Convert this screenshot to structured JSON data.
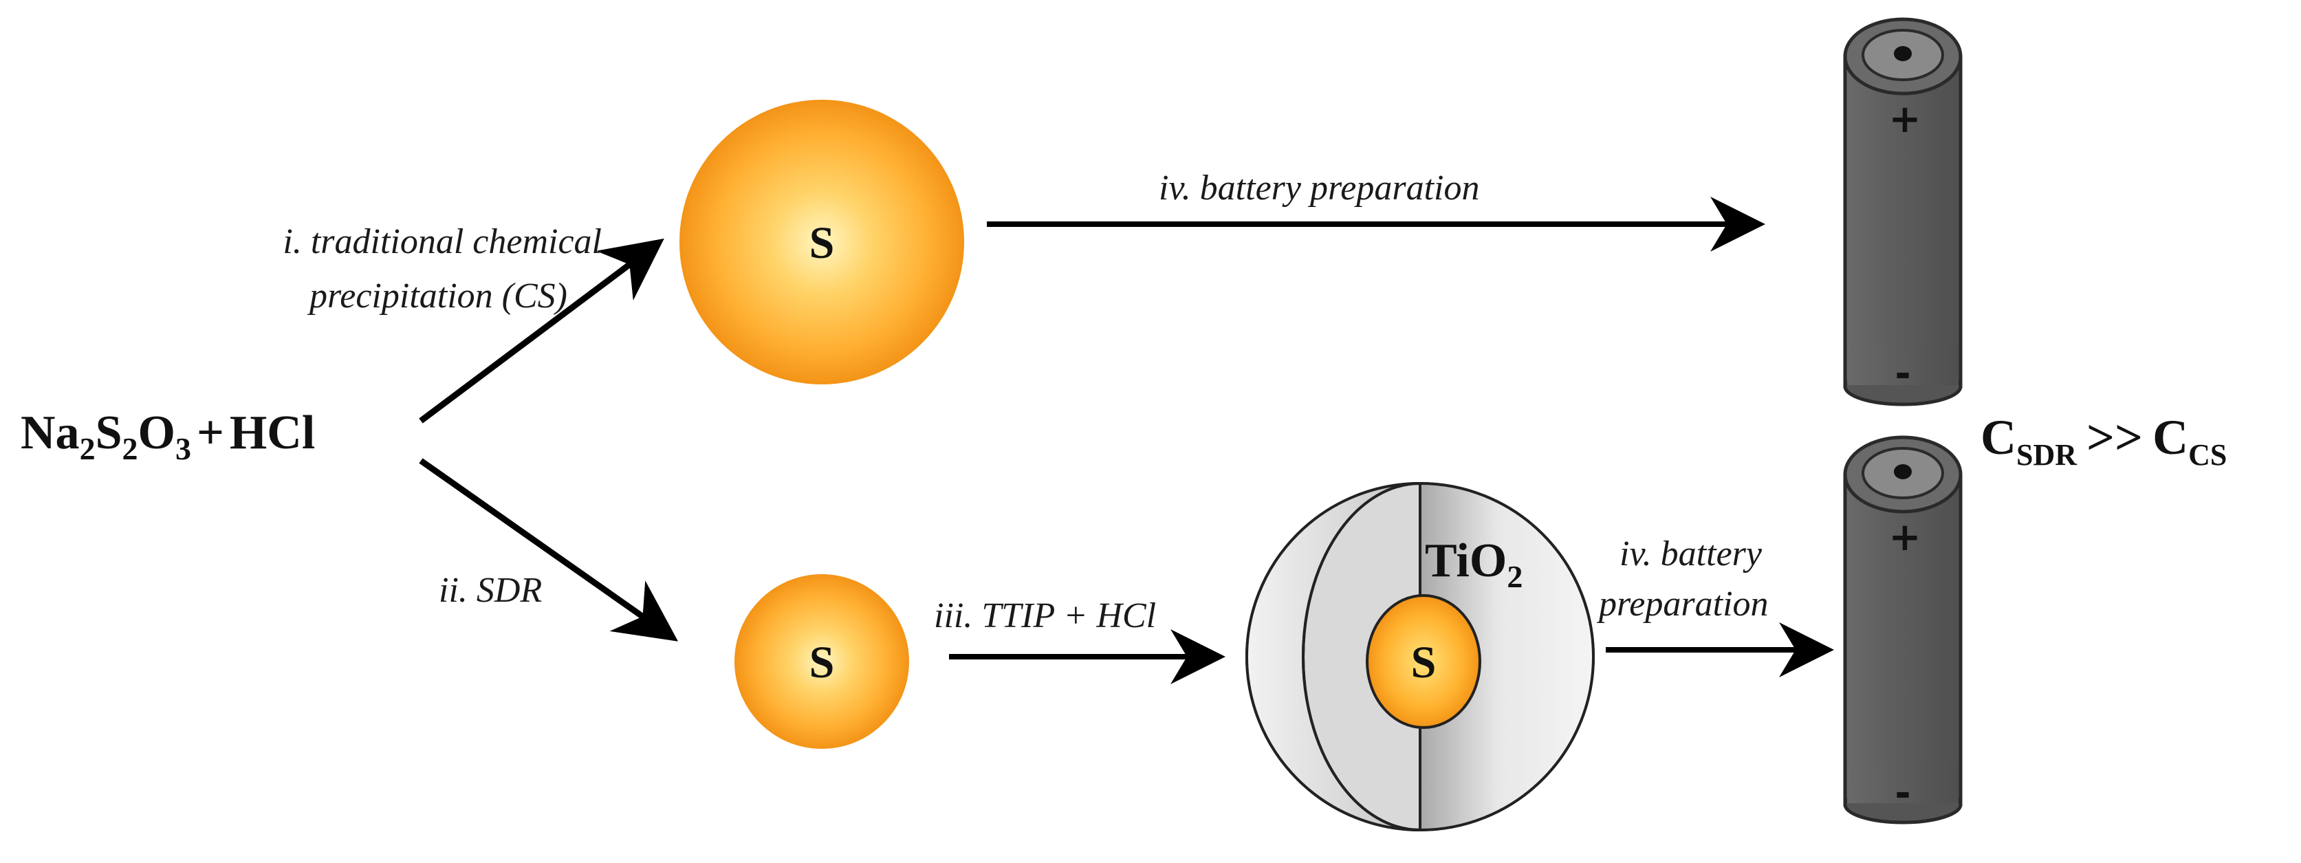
{
  "reactants": {
    "na": "Na",
    "na_sub": "2",
    "s": "S",
    "s_sub": "2",
    "o": "O",
    "o_sub": "3",
    "plus": "+",
    "hcl": "HCl"
  },
  "steps": {
    "step1_line1": "i. traditional chemical",
    "step1_line2": "precipitation (CS)",
    "step2": "ii. SDR",
    "step3": "iii. TTIP + HCl",
    "step4_top": "iv. battery preparation",
    "step4_bottom_line1": "iv. battery",
    "step4_bottom_line2": "preparation"
  },
  "particles": {
    "large_label": "S",
    "small_label": "S",
    "core_label": "S",
    "shell_label": "TiO",
    "shell_sub": "2"
  },
  "batteries": {
    "top_plus": "+",
    "top_minus": "-",
    "bottom_plus": "+",
    "bottom_minus": "-"
  },
  "comparison": {
    "c1": "C",
    "c1_sub": "SDR",
    "op": ">>",
    "c2": "C",
    "c2_sub": "CS"
  },
  "colors": {
    "sulfur_center": "#fff6c2",
    "sulfur_mid": "#ffc94d",
    "sulfur_edge": "#f59a1b",
    "battery_body": "#5d5d5d",
    "shell_gray": "#cfcfcf",
    "arrow": "#000000"
  }
}
